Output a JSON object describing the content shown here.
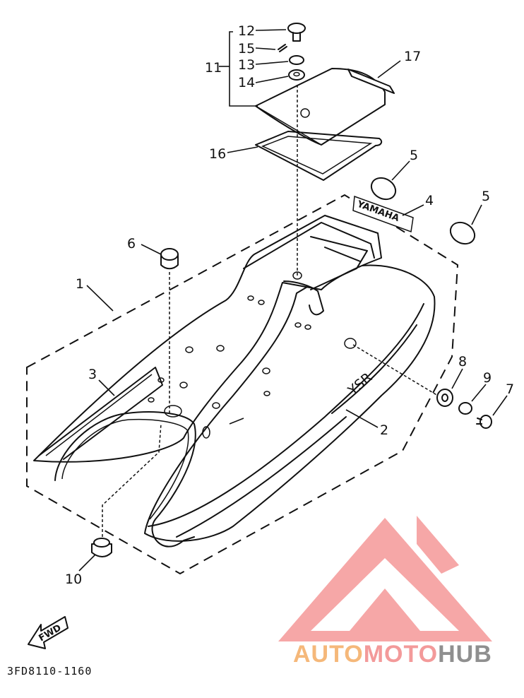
{
  "diagram": {
    "drawing_code": "3FD8110-1160",
    "direction_label": "FWD",
    "callouts": [
      {
        "id": "c1",
        "label": "1"
      },
      {
        "id": "c2",
        "label": "2"
      },
      {
        "id": "c3",
        "label": "3"
      },
      {
        "id": "c4",
        "label": "4"
      },
      {
        "id": "c5a",
        "label": "5"
      },
      {
        "id": "c5b",
        "label": "5"
      },
      {
        "id": "c6",
        "label": "6"
      },
      {
        "id": "c7",
        "label": "7"
      },
      {
        "id": "c8",
        "label": "8"
      },
      {
        "id": "c9",
        "label": "9"
      },
      {
        "id": "c10",
        "label": "10"
      },
      {
        "id": "c11",
        "label": "11"
      },
      {
        "id": "c12",
        "label": "12"
      },
      {
        "id": "c13",
        "label": "13"
      },
      {
        "id": "c14",
        "label": "14"
      },
      {
        "id": "c15",
        "label": "15"
      },
      {
        "id": "c16",
        "label": "16"
      },
      {
        "id": "c17",
        "label": "17"
      }
    ],
    "cowl_lettering": "YSR",
    "emblem_lettering": "YAMAHA"
  },
  "watermark": {
    "part1": "AUTO",
    "part2": "MOTO",
    "part3": "HUB",
    "color_orange": "#f5b87a",
    "color_red": "#f39a9a",
    "color_gray": "#8f8f8f"
  }
}
